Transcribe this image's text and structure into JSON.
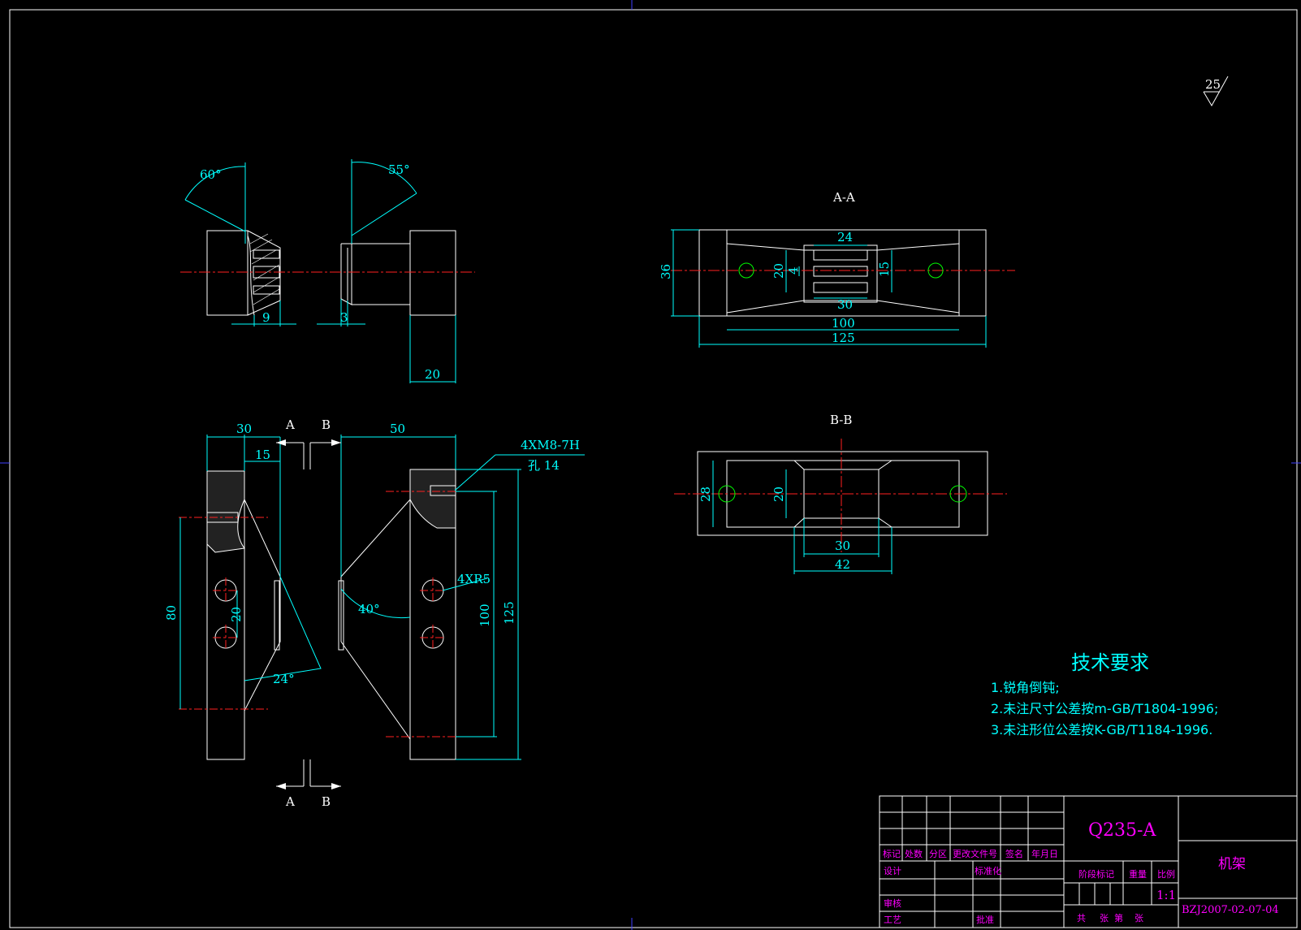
{
  "colors": {
    "outline": "#ffffff",
    "dimension": "#00ffff",
    "centerline": "#ff2020",
    "hatch": "#ffffff",
    "magenta": "#ff00ff",
    "green": "#00ff00",
    "background": "#000000"
  },
  "roughness": "25",
  "section_labels": {
    "aa": "A-A",
    "bb": "B-B",
    "a": "A",
    "b": "B"
  },
  "top_left_view": {
    "angle_left": "60°",
    "angle_right": "55°",
    "dim_9": "9",
    "dim_3": "3",
    "dim_20": "20"
  },
  "front_view": {
    "dim_30": "30",
    "dim_15": "15",
    "dim_50": "50",
    "dim_80": "80",
    "dim_20": "20",
    "dim_100": "100",
    "dim_125": "125",
    "angle_40": "40°",
    "angle_24": "24°",
    "thread_note": "4XM8-7H",
    "hole_note": "孔 14",
    "radius_note": "4XR5"
  },
  "section_aa": {
    "dim_24": "24",
    "dim_20": "20",
    "dim_4": "4",
    "dim_15": "15",
    "dim_30": "30",
    "dim_36": "36",
    "dim_100": "100",
    "dim_125": "125"
  },
  "section_bb": {
    "dim_28": "28",
    "dim_20": "20",
    "dim_30": "30",
    "dim_42": "42"
  },
  "tech_requirements": {
    "title": "技术要求",
    "items": [
      "1.锐角倒钝;",
      "2.未注尺寸公差按m-GB/T1804-1996;",
      "3.未注形位公差按K-GB/T1184-1996."
    ]
  },
  "title_block": {
    "material": "Q235-A",
    "part_name": "机架",
    "drawing_number": "BZJ2007-02-07-04",
    "scale": "1:1",
    "headers": [
      "标记",
      "处数",
      "分区",
      "更改文件号",
      "签名",
      "年月日"
    ],
    "design": "设计",
    "standardization": "标准化",
    "review": "审核",
    "process": "工艺",
    "approve": "批准",
    "stage_mark": "阶段标记",
    "weight": "重量",
    "ratio": "比例",
    "sheets_total": "共",
    "sheets_label": "张",
    "sheet_no": "第",
    "sheet_label": "张"
  }
}
